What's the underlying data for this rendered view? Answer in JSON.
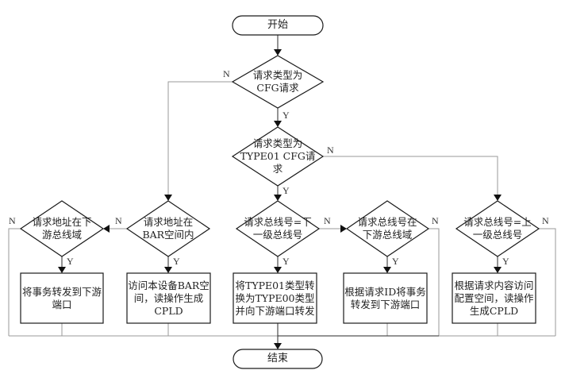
{
  "flowchart": {
    "start": {
      "label": "开始"
    },
    "end": {
      "label": "结束"
    },
    "decisions": {
      "is_cfg": {
        "label": "请求类型为\nCFG请求",
        "yes": "Y",
        "no": "N"
      },
      "is_type01": {
        "label": "请求类型为\nTYPE01 CFG请\n求",
        "yes": "Y",
        "no": "N"
      },
      "addr_downstream": {
        "label": "请求地址在下\n游总线域",
        "yes": "Y",
        "no": "N"
      },
      "addr_bar": {
        "label": "请求地址在\nBAR空间内",
        "yes": "Y",
        "no": "N"
      },
      "bus_next": {
        "label": "请求总线号=下\n一级总线号",
        "yes": "Y",
        "no": "N"
      },
      "bus_downstream": {
        "label": "请求总线号在\n下游总线域",
        "yes": "Y",
        "no": "N"
      },
      "bus_upper": {
        "label": "请求总线号=上\n一级总线号",
        "yes": "Y",
        "no": "N"
      }
    },
    "processes": {
      "forward_downstream": {
        "label": "将事务转发到下游\n端口"
      },
      "access_bar": {
        "label": "访问本设备BAR空\n间，读操作生成\nCPLD"
      },
      "convert_type": {
        "label": "将TYPE01类型转\n换为TYPE00类型\n并向下游端口转发"
      },
      "route_by_id": {
        "label": "根据请求ID将事务\n转发到下游端口"
      },
      "access_config": {
        "label": "根据请求内容访问\n配置空间，读操作\n生成CPLD"
      }
    }
  }
}
